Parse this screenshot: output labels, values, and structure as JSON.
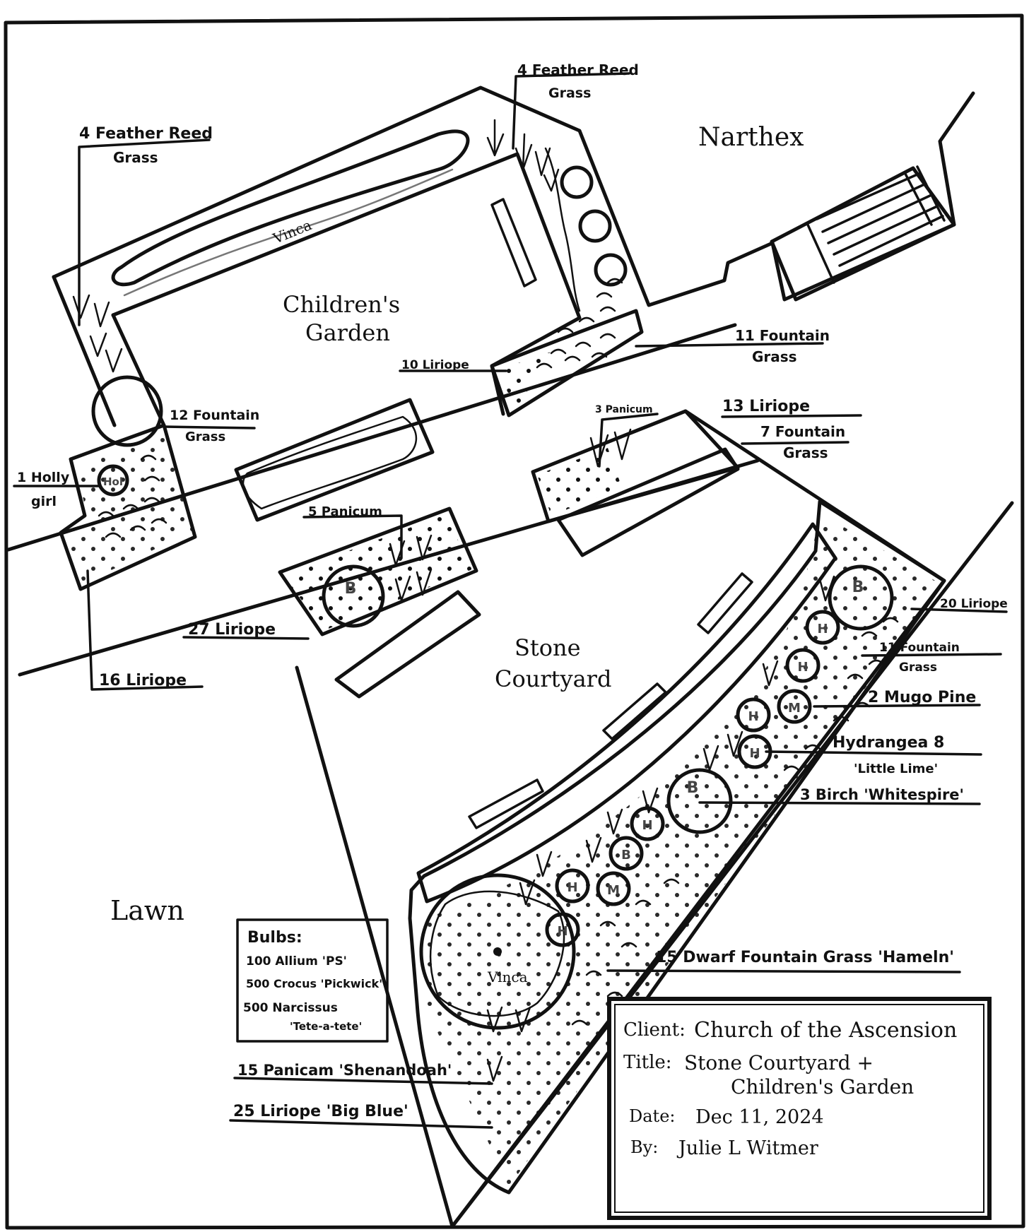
{
  "areas": {
    "narthex": "Narthex",
    "childrens_garden_1": "Children's",
    "childrens_garden_2": "Garden",
    "stone_courtyard_1": "Stone",
    "stone_courtyard_2": "Courtyard",
    "lawn": "Lawn",
    "vinca_top": "Vinca",
    "vinca_circle": "Vinca"
  },
  "labels": {
    "feather_reed_left_1": "4 Feather Reed",
    "feather_reed_left_2": "Grass",
    "feather_reed_top_1": "4 Feather Reed",
    "feather_reed_top_2": "Grass",
    "fountain_11_top_1": "11 Fountain",
    "fountain_11_top_2": "Grass",
    "liriope_10": "10 Liriope",
    "fountain_12_1": "12 Fountain",
    "fountain_12_2": "Grass",
    "holly_1": "1 Holly",
    "holly_2": "girl",
    "panicum_3": "3 Panicum",
    "liriope_13": "13 Liriope",
    "fountain_7_1": "7 Fountain",
    "fountain_7_2": "Grass",
    "panicum_5": "5 Panicum",
    "liriope_27": "27 Liriope",
    "liriope_16": "16 Liriope",
    "liriope_20": "20 Liriope",
    "fountain_11_right_1": "11 Fountain",
    "fountain_11_right_2": "Grass",
    "mugo_pine": "2 Mugo Pine",
    "hydrangea_1": "Hydrangea  8",
    "hydrangea_2": "'Little Lime'",
    "birch": "3 Birch 'Whitespire'",
    "dwarf_fountain": "15 Dwarf Fountain Grass 'Hameln'",
    "panicum_15": "15 Panicam 'Shenandoah'",
    "liriope_25": "25 Liriope 'Big Blue'"
  },
  "bulbs": {
    "title": "Bulbs:",
    "line1": "100 Allium 'PS'",
    "line2": "500 Crocus 'Pickwick'",
    "line3": "500 Narcissus",
    "line4": "'Tete-a-tete'"
  },
  "title_block": {
    "client_label": "Client:",
    "client_value": "Church of the Ascension",
    "title_label": "Title:",
    "title_value_1": "Stone Courtyard +",
    "title_value_2": "Children's Garden",
    "date_label": "Date:",
    "date_value": "Dec 11, 2024",
    "by_label": "By:",
    "by_value": "Julie L Witmer"
  },
  "markers": {
    "birch": "B",
    "hydrangea": "H",
    "mugo": "M",
    "holly": "Hol"
  }
}
